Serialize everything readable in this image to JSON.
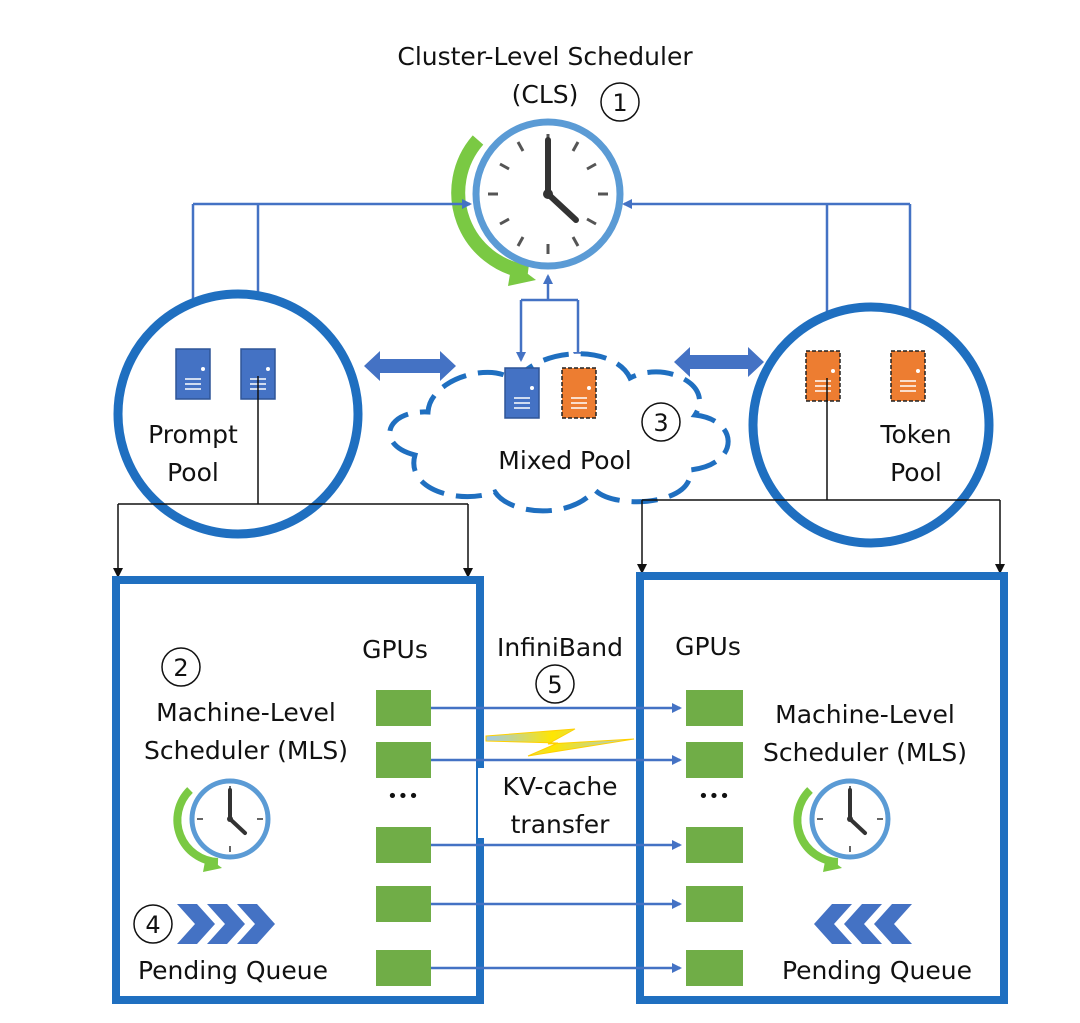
{
  "scheduler": {
    "title": "Cluster-Level Scheduler",
    "abbr": "(CLS)",
    "step": "1"
  },
  "prompt_pool": {
    "line1": "Prompt",
    "line2": "Pool"
  },
  "token_pool": {
    "line1": "Token",
    "line2": "Pool"
  },
  "mixed_pool": {
    "label": "Mixed Pool",
    "step": "3"
  },
  "left_machine": {
    "step": "2",
    "mls_line1": "Machine-Level",
    "mls_line2": "Scheduler (MLS)",
    "gpus_label": "GPUs",
    "ellipsis": "•••",
    "queue_step": "4",
    "queue_label": "Pending Queue"
  },
  "right_machine": {
    "mls_line1": "Machine-Level",
    "mls_line2": "Scheduler (MLS)",
    "gpus_label": "GPUs",
    "ellipsis": "•••",
    "queue_label": "Pending Queue"
  },
  "interconnect": {
    "label": "InfiniBand",
    "step": "5",
    "transfer_line1": "KV-cache",
    "transfer_line2": "transfer"
  },
  "colors": {
    "pool_blue": "#1f6fc0",
    "link_blue": "#4472c4",
    "server_blue": "#4472c4",
    "server_orange": "#ed7d31",
    "gpu_green": "#70ad47",
    "clock_green": "#7ac943",
    "clock_ring": "#5b9bd5",
    "lightning": "#ffe600"
  }
}
